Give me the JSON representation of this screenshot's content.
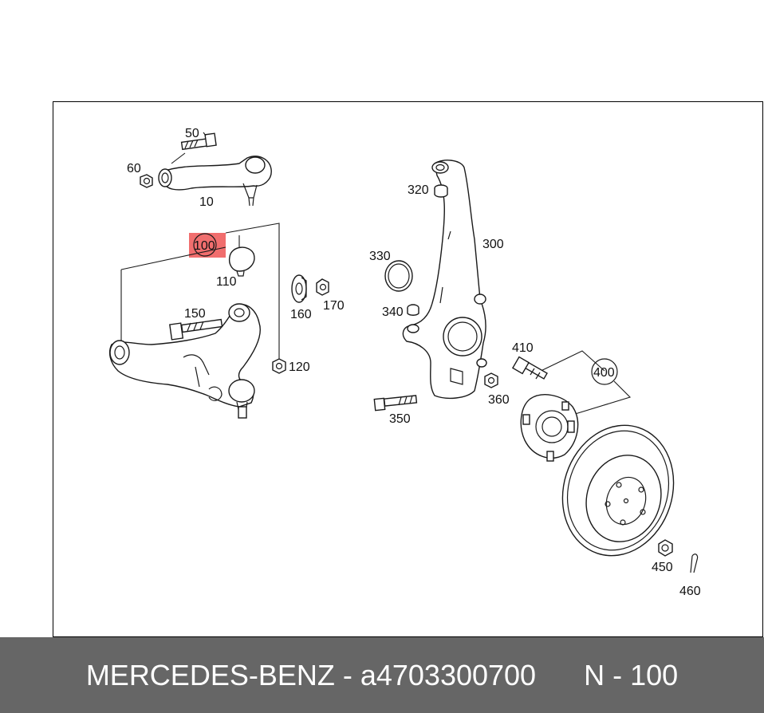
{
  "parts": {
    "p10": "10",
    "p50": "50",
    "p60": "60",
    "p100": "100",
    "p110": "110",
    "p120": "120",
    "p150": "150",
    "p160": "160",
    "p170": "170",
    "p300": "300",
    "p320": "320",
    "p330": "330",
    "p340": "340",
    "p350": "350",
    "p360": "360",
    "p400": "400",
    "p410": "410",
    "p450": "450",
    "p460": "460"
  },
  "highlight": {
    "part": "100",
    "color": "#ee5555"
  },
  "footer": {
    "brand": "MERCEDES-BENZ",
    "separator": " - ",
    "part_number": "a4703300700",
    "gap": "      ",
    "position_label": "N - 100"
  }
}
